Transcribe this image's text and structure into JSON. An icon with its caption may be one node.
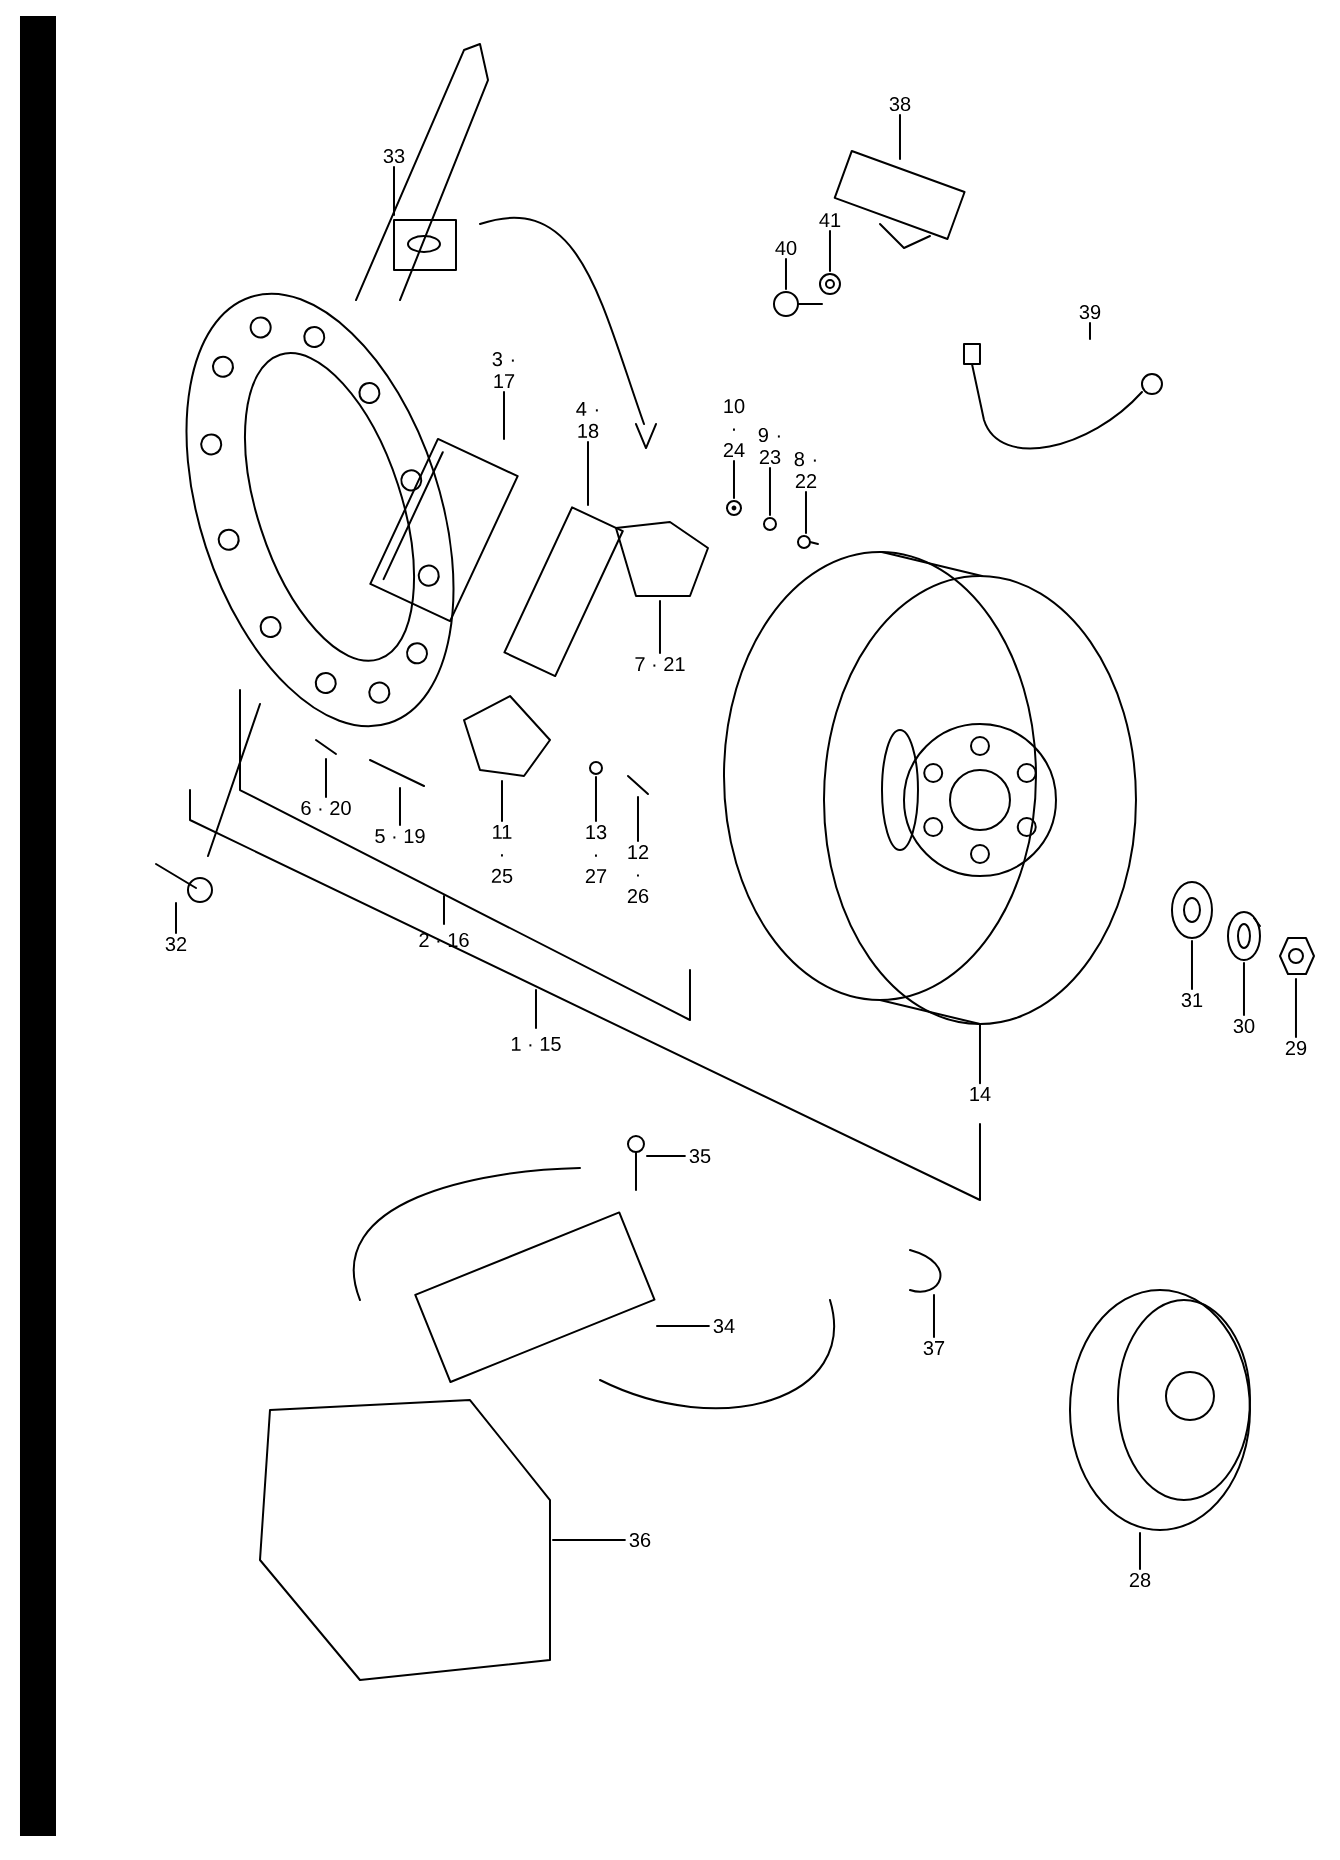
{
  "diagram": {
    "nodes": [
      {
        "text": [
          "33"
        ]
      },
      {
        "text": [
          "38"
        ]
      },
      {
        "text": [
          "41"
        ]
      },
      {
        "text": [
          "40"
        ]
      },
      {
        "text": [
          "39"
        ]
      },
      {
        "text": [
          "3 · 17"
        ]
      },
      {
        "text": [
          "4 · 18"
        ]
      },
      {
        "text": [
          "10 · 24"
        ]
      },
      {
        "text": [
          "9 · 23"
        ]
      },
      {
        "text": [
          "8 · 22"
        ]
      },
      {
        "text": [
          "7 · 21"
        ]
      },
      {
        "text": [
          "6 · 20"
        ]
      },
      {
        "text": [
          "5 · 19"
        ]
      },
      {
        "text": [
          "11 · 25"
        ]
      },
      {
        "text": [
          "13 · 27"
        ]
      },
      {
        "text": [
          "12 · 26"
        ]
      },
      {
        "text": [
          "32"
        ]
      },
      {
        "text": [
          "14"
        ]
      },
      {
        "text": [
          "31"
        ]
      },
      {
        "text": [
          "30"
        ]
      },
      {
        "text": [
          "29"
        ]
      },
      {
        "text": [
          "35"
        ]
      },
      {
        "text": [
          "34"
        ]
      },
      {
        "text": [
          "36"
        ]
      },
      {
        "text": [
          "37"
        ]
      },
      {
        "text": [
          "28"
        ]
      },
      {
        "text": [],
        "shape": "picture"
      },
      {
        "text": [],
        "shape": "picture"
      },
      {
        "text": [],
        "shape": "picture"
      },
      {
        "text": [],
        "shape": "picture"
      },
      {
        "text": [],
        "shape": "picture"
      },
      {
        "text": [],
        "shape": "picture"
      },
      {
        "text": [],
        "shape": "picture"
      },
      {
        "text": [],
        "shape": "picture"
      },
      {
        "text": [],
        "shape": "picture"
      },
      {
        "text": [],
        "shape": "picture"
      },
      {
        "text": [],
        "shape": "picture"
      },
      {
        "text": [],
        "shape": "picture"
      },
      {
        "text": [],
        "shape": "picture"
      },
      {
        "text": [],
        "shape": "picture"
      },
      {
        "text": [],
        "shape": "picture"
      },
      {
        "text": [],
        "shape": "picture"
      },
      {
        "text": [],
        "shape": "picture"
      },
      {
        "text": [],
        "shape": "picture"
      },
      {
        "text": [],
        "shape": "picture"
      },
      {
        "text": [],
        "shape": "picture"
      },
      {
        "text": [],
        "shape": "picture"
      },
      {
        "text": [],
        "shape": "picture"
      },
      {
        "text": [],
        "shape": "picture"
      },
      {
        "text": [],
        "shape": "picture"
      },
      {
        "text": [],
        "shape": "picture"
      },
      {
        "text": [],
        "shape": "picture"
      }
    ],
    "edges": [
      {
        "from": 0,
        "to": 26,
        "arrow": "none"
      },
      {
        "from": 1,
        "to": 27,
        "arrow": "none"
      },
      {
        "from": 2,
        "to": 28,
        "arrow": "none"
      },
      {
        "from": 3,
        "to": 29,
        "arrow": "none"
      },
      {
        "from": 4,
        "to": 30,
        "arrow": "none"
      },
      {
        "from": 5,
        "to": 31,
        "arrow": "none"
      },
      {
        "from": 6,
        "to": 32,
        "arrow": "none"
      },
      {
        "from": 7,
        "to": 33,
        "arrow": "none"
      },
      {
        "from": 8,
        "to": 34,
        "arrow": "none"
      },
      {
        "from": 9,
        "to": 35,
        "arrow": "none"
      },
      {
        "from": 10,
        "to": 36,
        "arrow": "none"
      },
      {
        "from": 11,
        "to": 37,
        "arrow": "none"
      },
      {
        "from": 12,
        "to": 38,
        "arrow": "none"
      },
      {
        "from": 13,
        "to": 39,
        "arrow": "none"
      },
      {
        "from": 14,
        "to": 40,
        "arrow": "none"
      },
      {
        "from": 15,
        "to": 41,
        "arrow": "none"
      },
      {
        "from": 16,
        "to": 42,
        "arrow": "none"
      },
      {
        "from": 17,
        "to": 43,
        "arrow": "none"
      },
      {
        "from": 18,
        "to": 44,
        "arrow": "none"
      },
      {
        "from": 19,
        "to": 45,
        "arrow": "none"
      },
      {
        "from": 20,
        "to": 46,
        "arrow": "none"
      },
      {
        "from": 21,
        "to": 47,
        "arrow": "none"
      },
      {
        "from": 22,
        "to": 48,
        "arrow": "none"
      },
      {
        "from": 23,
        "to": 49,
        "arrow": "none"
      },
      {
        "from": 24,
        "to": 50,
        "arrow": "none"
      },
      {
        "from": 25,
        "to": 51,
        "arrow": "none"
      }
    ],
    "labels": [
      "2 · 16",
      "1 · 15"
    ]
  }
}
